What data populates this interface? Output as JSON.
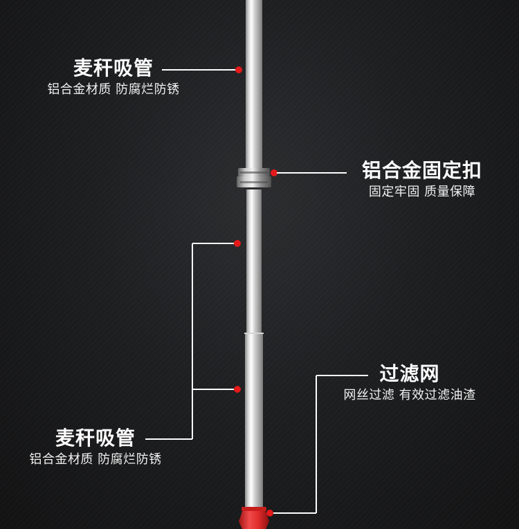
{
  "callouts": [
    {
      "title": "麦秆吸管",
      "subtitle": "铝合金材质 防腐烂防锈"
    },
    {
      "title": "铝合金固定扣",
      "subtitle": "固定牢固 质量保障"
    },
    {
      "title": "过滤网",
      "subtitle": "网丝过滤 有效过滤油渣"
    },
    {
      "title": "麦秆吸管",
      "subtitle": "铝合金材质 防腐烂防锈"
    }
  ],
  "colors": {
    "background": "#1b1c1e",
    "text": "#ffffff",
    "line": "#ffffff",
    "marker": "#e41a1a",
    "tube": "#c8c8c8",
    "filter_tip": "#e22828"
  }
}
